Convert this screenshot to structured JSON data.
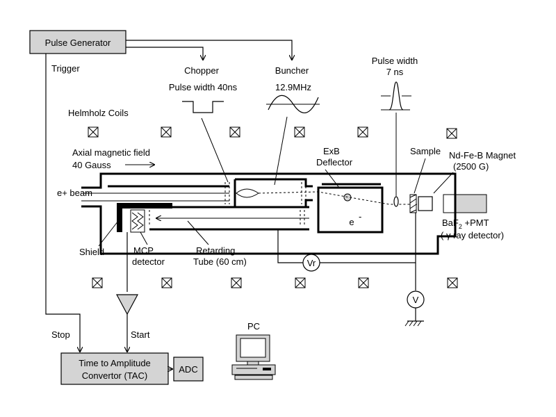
{
  "labels": {
    "pulse_generator": "Pulse Generator",
    "trigger": "Trigger",
    "chopper": "Chopper",
    "chopper_pulse": "Pulse width 40ns",
    "buncher": "Buncher",
    "buncher_freq": "12.9MHz",
    "pulse_width": "Pulse width",
    "pulse_width_value": "7 ns",
    "helmholz": "Helmholz Coils",
    "axial_field": "Axial magnetic field",
    "gauss": "40 Gauss",
    "exb_1": "ExB",
    "exb_2": "Deflector",
    "sample": "Sample",
    "magnet": "Nd-Fe-B Magnet",
    "magnet_field": "(2500 G)",
    "beam": "e+ beam",
    "electron": "e",
    "electron_sup": "-",
    "baf_prefix": "BaF",
    "baf_sub": "2",
    "baf_suffix": " +PMT",
    "gamma_detector": "( γ ray detector)",
    "shield": "Shield",
    "mcp_1": "MCP",
    "mcp_2": "detector",
    "retarding_1": "Retarding",
    "retarding_2": "Tube (60 cm)",
    "vr": "Vr",
    "v": "V",
    "stop": "Stop",
    "start": "Start",
    "pc": "PC",
    "tac_1": "Time to Amplitude",
    "tac_2": "Convertor (TAC)",
    "adc": "ADC"
  }
}
